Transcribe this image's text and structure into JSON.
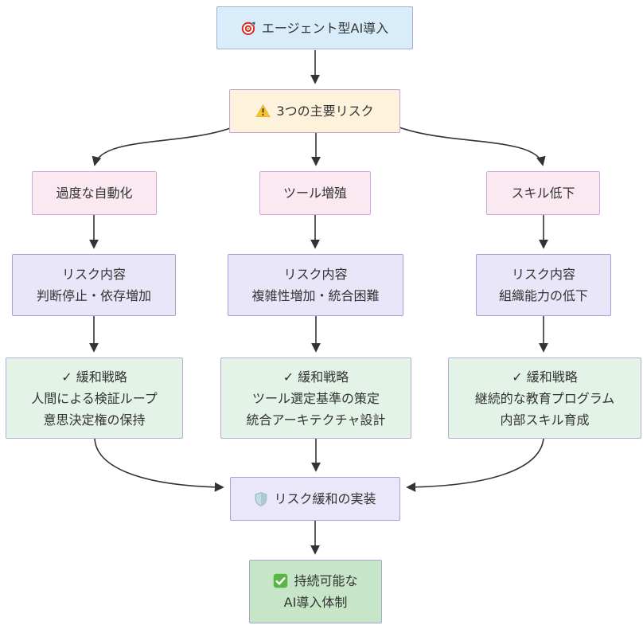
{
  "diagram": {
    "type": "flowchart-top-down",
    "background": "#ffffff",
    "edge_color": "#333333",
    "text_color": "#333333",
    "nodes": {
      "intro": {
        "icon": "target-icon",
        "label": "エージェント型AI導入",
        "fill": "#d8ecfa",
        "border": "#a9abd8"
      },
      "main_risks": {
        "icon": "warning-icon",
        "label": "3つの主要リスク",
        "fill": "#fdf2dc",
        "border": "#bfa9da"
      },
      "risk_overautomation": {
        "label": "過度な自動化",
        "fill": "#fbe9f2",
        "border": "#cfaad9"
      },
      "risk_tool_sprawl": {
        "label": "ツール増殖",
        "fill": "#fbe9f2",
        "border": "#cfaad9"
      },
      "risk_skill_decline": {
        "label": "スキル低下",
        "fill": "#fbe9f2",
        "border": "#cfaad9"
      },
      "detail_overautomation": {
        "lines": [
          "リスク内容",
          "判断停止・依存増加"
        ],
        "fill": "#e9e6f9",
        "border": "#a59fd8"
      },
      "detail_tool_sprawl": {
        "lines": [
          "リスク内容",
          "複雑性増加・統合困難"
        ],
        "fill": "#e9e6f9",
        "border": "#a59fd8"
      },
      "detail_skill_decline": {
        "lines": [
          "リスク内容",
          "組織能力の低下"
        ],
        "fill": "#e9e6f9",
        "border": "#a59fd8"
      },
      "mitigation_overautomation": {
        "lines": [
          "✓ 緩和戦略",
          "人間による検証ループ",
          "意思決定権の保持"
        ],
        "fill": "#e3f3e7",
        "border": "#b3aed9"
      },
      "mitigation_tool_sprawl": {
        "lines": [
          "✓ 緩和戦略",
          "ツール選定基準の策定",
          "統合アーキテクチャ設計"
        ],
        "fill": "#e3f3e7",
        "border": "#b3aed9"
      },
      "mitigation_skill_decline": {
        "lines": [
          "✓ 緩和戦略",
          "継続的な教育プログラム",
          "内部スキル育成"
        ],
        "fill": "#e3f3e7",
        "border": "#b3aed9"
      },
      "implementation": {
        "icon": "shield-icon",
        "label": "リスク緩和の実装",
        "fill": "#eae7fa",
        "border": "#ad9fd8"
      },
      "outcome": {
        "icon": "check-icon",
        "lines": [
          "持続可能な",
          "AI導入体制"
        ],
        "fill": "#c7e6c8",
        "border": "#a9a8cc"
      }
    }
  }
}
